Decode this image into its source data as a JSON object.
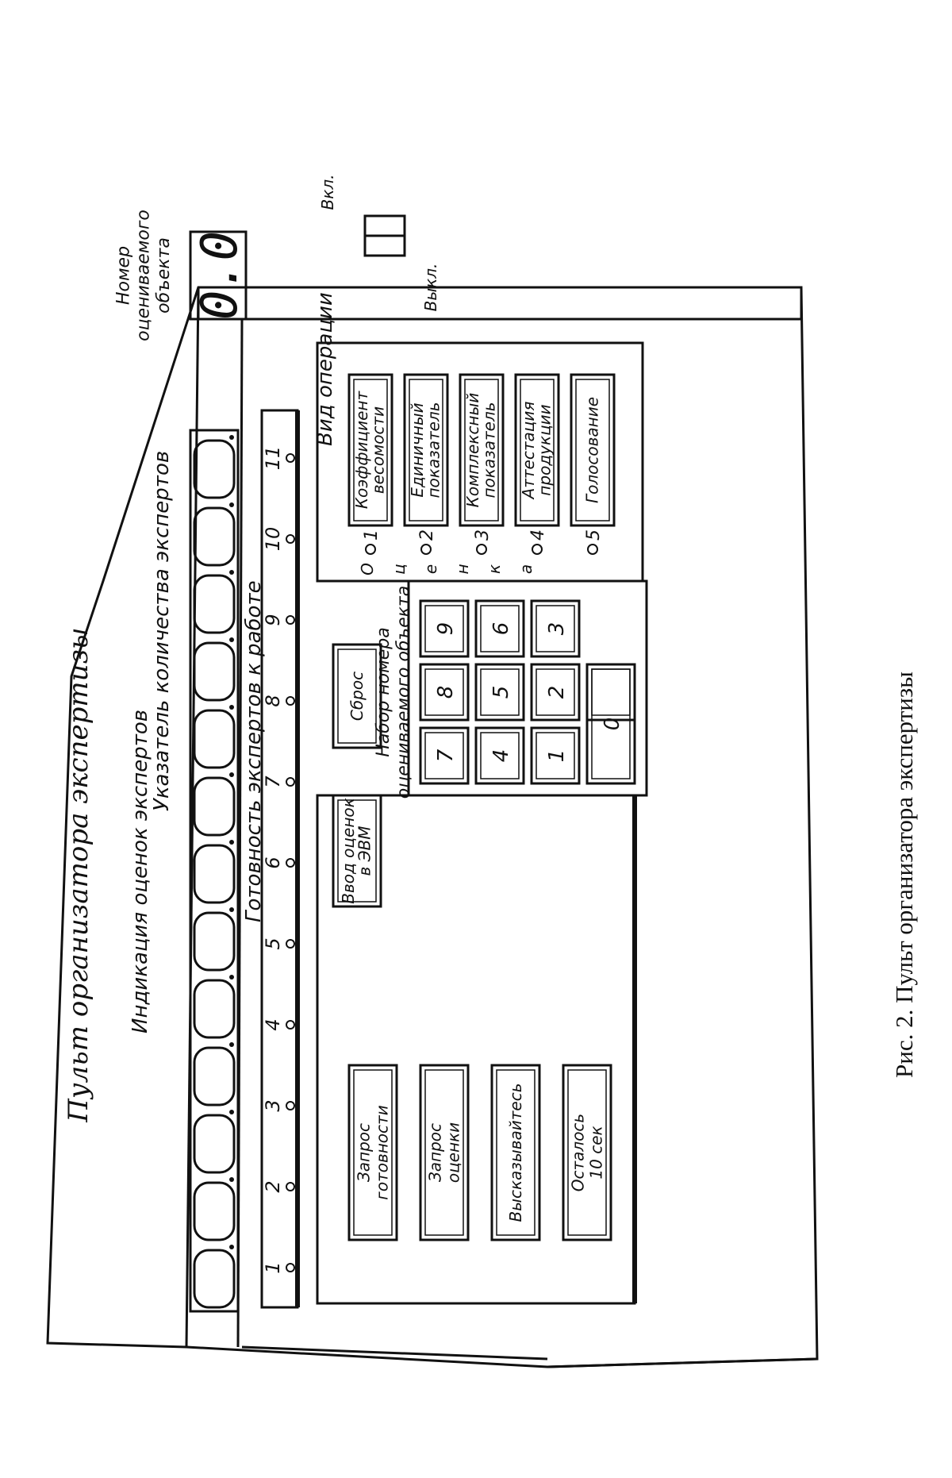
{
  "panel": {
    "title": "Пульт организатора экспертизы",
    "indication_label": "Индикация оценок экспертов",
    "expert_count_label": "Указатель количества экспертов",
    "object_number_label": [
      "Номер",
      "оцениваемого",
      "объекта"
    ],
    "object_number_display": "0.0",
    "readiness_label": "Готовность экспертов к работе",
    "readiness_numbers": [
      "1",
      "2",
      "3",
      "4",
      "5",
      "6",
      "7",
      "8",
      "9",
      "10",
      "11"
    ],
    "switch_on": "Вкл.",
    "switch_off": "Выкл.",
    "left_buttons": [
      [
        "Запрос",
        "готовности"
      ],
      [
        "Запрос",
        "оценки"
      ],
      [
        "Высказывайтесь"
      ],
      [
        "Осталось",
        "10 сек"
      ]
    ],
    "input_button": [
      "Ввод оценок",
      "в ЭВМ"
    ],
    "reset_button": "Сброс",
    "keypad_label": [
      "Набор номера",
      "оцениваемого объекта"
    ],
    "keypad_rows": [
      [
        "7",
        "8",
        "9"
      ],
      [
        "4",
        "5",
        "6"
      ],
      [
        "1",
        "2",
        "3"
      ],
      [
        "0",
        ""
      ]
    ],
    "operation_label": "Вид операции",
    "ocenka_letters": [
      "О",
      "ц",
      "е",
      "н",
      "к",
      "а"
    ],
    "operation_numbers": [
      "1",
      "2",
      "3",
      "4",
      "5"
    ],
    "operation_buttons": [
      [
        "Коэффициент",
        "весомости"
      ],
      [
        "Единичный",
        "показатель"
      ],
      [
        "Комплексный",
        "показатель"
      ],
      [
        "Аттестация",
        "продукции"
      ],
      [
        "Голосование"
      ]
    ]
  },
  "caption": "Рис. 2. Пульт организатора экспертизы"
}
